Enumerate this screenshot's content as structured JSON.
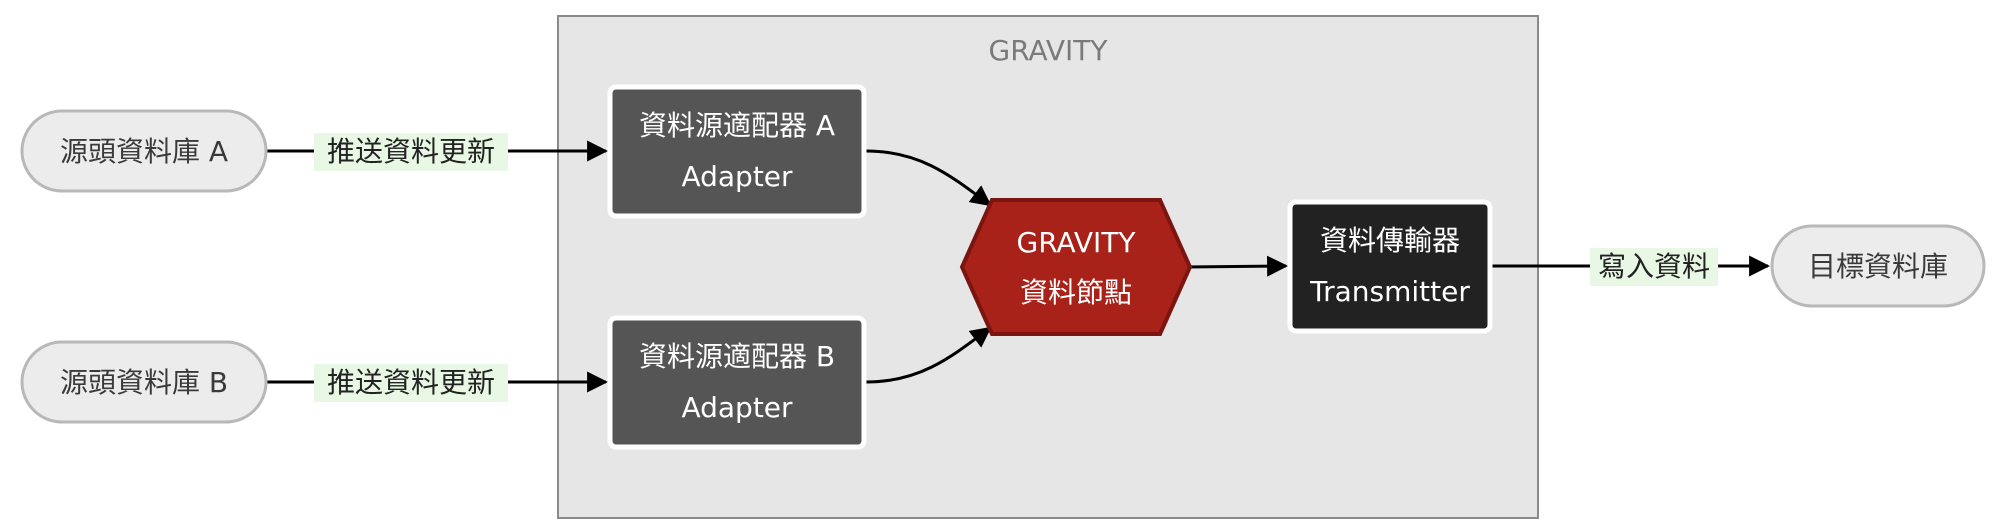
{
  "cluster": {
    "title": "GRAVITY"
  },
  "sources": [
    {
      "label": "源頭資料庫 A"
    },
    {
      "label": "源頭資料庫 B"
    }
  ],
  "adapters": [
    {
      "line1": "資料源適配器 A",
      "line2": "Adapter"
    },
    {
      "line1": "資料源適配器 B",
      "line2": "Adapter"
    }
  ],
  "gravity_node": {
    "line1": "GRAVITY",
    "line2": "資料節點"
  },
  "transmitter": {
    "line1": "資料傳輸器",
    "line2": "Transmitter"
  },
  "target": {
    "label": "目標資料庫"
  },
  "edges": {
    "source_a_label": "推送資料更新",
    "source_b_label": "推送資料更新",
    "write_label": "寫入資料"
  },
  "colors": {
    "cluster_bg": "#e6e6e6",
    "cluster_border": "#8a8a8a",
    "cluster_title": "#7a7a7a",
    "db_fill": "#ececec",
    "db_border": "#b8b8b8",
    "db_text": "#3a3a3a",
    "adapter_fill": "#555555",
    "gravity_fill": "#a82219",
    "gravity_border": "#7a1510",
    "transmitter_fill": "#222222",
    "edge_label_bg": "#e8f8e4",
    "edge_color": "#000000"
  }
}
